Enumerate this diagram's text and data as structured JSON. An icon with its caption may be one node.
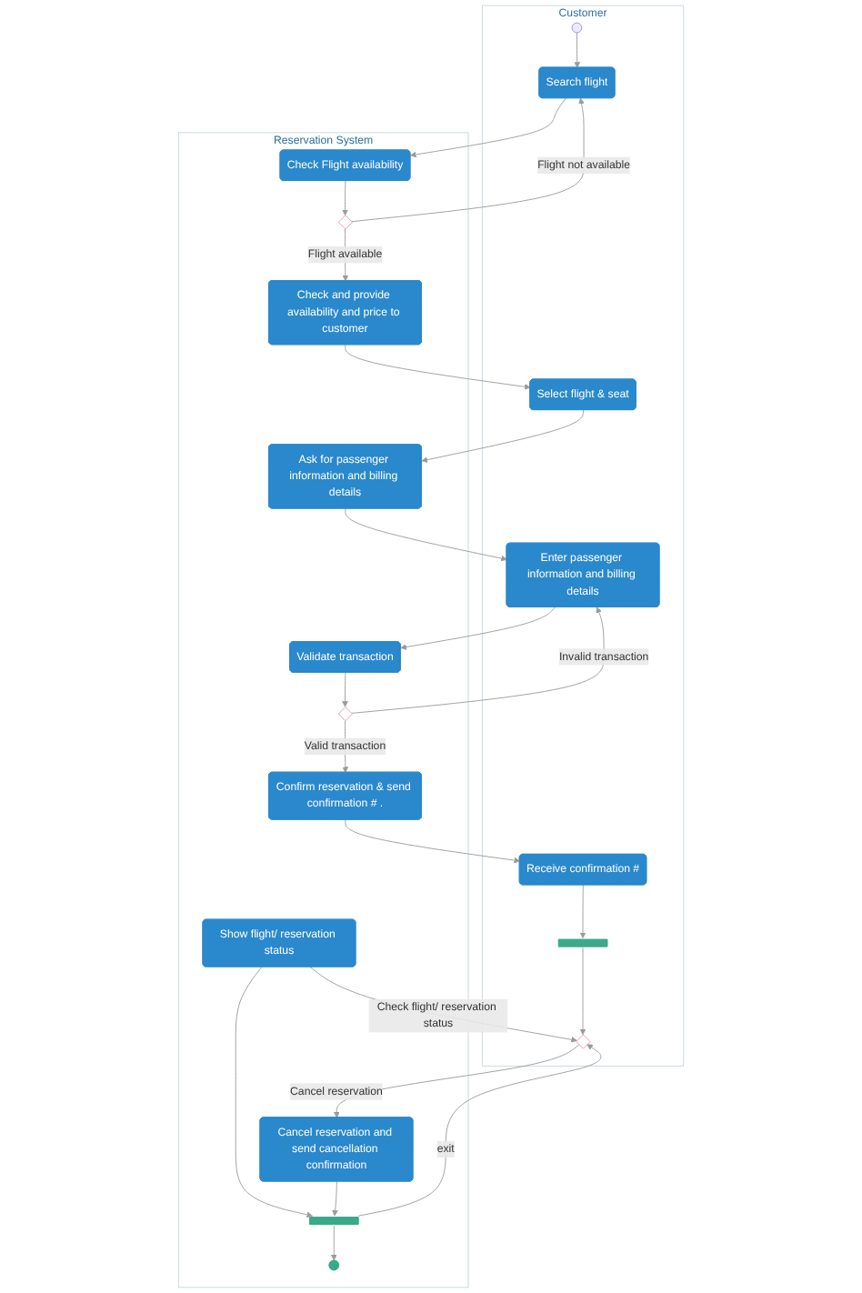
{
  "diagram": {
    "nodes": [
      {
        "text": [
          "Customer"
        ]
      },
      {
        "text": [
          "Reservation System"
        ]
      },
      {
        "text": [],
        "shape": "circle",
        "in": 0
      },
      {
        "text": [
          "Search flight"
        ],
        "in": 0
      },
      {
        "text": [
          "Check Flight availability"
        ],
        "in": 1
      },
      {
        "text": [],
        "shape": "diamond",
        "in": 1
      },
      {
        "text": [
          "Check and provide availability and price to customer"
        ],
        "in": 1
      },
      {
        "text": [
          "Select flight & seat"
        ],
        "in": 0
      },
      {
        "text": [
          "Ask for passenger information and billing details"
        ],
        "in": 1
      },
      {
        "text": [
          "Enter passenger information and billing details"
        ],
        "in": 0
      },
      {
        "text": [
          "Validate transaction"
        ],
        "in": 1
      },
      {
        "text": [],
        "shape": "diamond",
        "in": 1
      },
      {
        "text": [
          "Confirm reservation & send confirmation # ."
        ],
        "in": 1
      },
      {
        "text": [
          "Receive confirmation #"
        ],
        "in": 0
      },
      {
        "text": [],
        "shape": "bar",
        "in": 0
      },
      {
        "text": [],
        "shape": "diamond",
        "in": 0
      },
      {
        "text": [
          "Show flight/ reservation status"
        ],
        "in": 1
      },
      {
        "text": [
          "Cancel reservation and send cancellation confirmation"
        ],
        "in": 1
      },
      {
        "text": [],
        "shape": "bar",
        "in": 1
      },
      {
        "text": [],
        "shape": "circle",
        "in": 1
      }
    ],
    "edges": [
      {
        "from": 2,
        "to": 3,
        "arrow": "to"
      },
      {
        "from": 3,
        "to": 4,
        "arrow": "to"
      },
      {
        "from": 4,
        "to": 5,
        "arrow": "to"
      },
      {
        "from": 5,
        "to": 3,
        "arrow": "to",
        "label": "Flight not available"
      },
      {
        "from": 5,
        "to": 6,
        "arrow": "to",
        "label": "Flight available"
      },
      {
        "from": 6,
        "to": 7,
        "arrow": "to"
      },
      {
        "from": 7,
        "to": 8,
        "arrow": "to"
      },
      {
        "from": 8,
        "to": 9,
        "arrow": "to"
      },
      {
        "from": 9,
        "to": 10,
        "arrow": "to"
      },
      {
        "from": 10,
        "to": 11,
        "arrow": "to"
      },
      {
        "from": 11,
        "to": 9,
        "arrow": "to",
        "label": "Invalid transaction"
      },
      {
        "from": 11,
        "to": 12,
        "arrow": "to",
        "label": "Valid transaction"
      },
      {
        "from": 12,
        "to": 13,
        "arrow": "to"
      },
      {
        "from": 13,
        "to": 14,
        "arrow": "to"
      },
      {
        "from": 14,
        "to": 15,
        "arrow": "to"
      },
      {
        "from": 16,
        "to": 15,
        "arrow": "to",
        "label": "Check flight/ reservation status"
      },
      {
        "from": 15,
        "to": 17,
        "arrow": "to",
        "label": "Cancel reservation"
      },
      {
        "from": 16,
        "to": 18,
        "arrow": "to"
      },
      {
        "from": 17,
        "to": 18,
        "arrow": "to"
      },
      {
        "from": 18,
        "to": 15,
        "arrow": "to",
        "label": "exit"
      },
      {
        "from": 18,
        "to": 19,
        "arrow": "to"
      }
    ]
  }
}
